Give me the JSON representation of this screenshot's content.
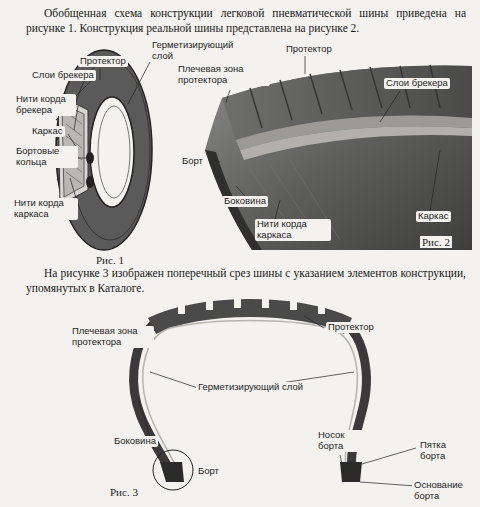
{
  "diagram": {
    "labels": [
      "Обобщенная схема конструкции легковой пневматической шины приведена на рисунке 1. Конструкция реальной шины представлена на рисунке 2.",
      "Протектор",
      "Герметизирующий слой",
      "Слои брекера",
      "Нити корда брекера",
      "Каркас",
      "Бортовые кольца",
      "Нити корда каркаса",
      "Рис. 1",
      "Протектор",
      "Плечевая зона протектора",
      "Слои брекера",
      "Борт",
      "Боковина",
      "Нити корда каркаса",
      "Каркас",
      "Рис. 2",
      "На рисунке 3 изображен поперечный срез шины с указанием элементов конструкции, упомянутых в Каталоге.",
      "Плечевая зона протектора",
      "Протектор",
      "Герметизирующий слой",
      "Боковина",
      "Борт",
      "Носок борта",
      "Пятка борта",
      "Основание борта",
      "Рис. 3"
    ]
  }
}
